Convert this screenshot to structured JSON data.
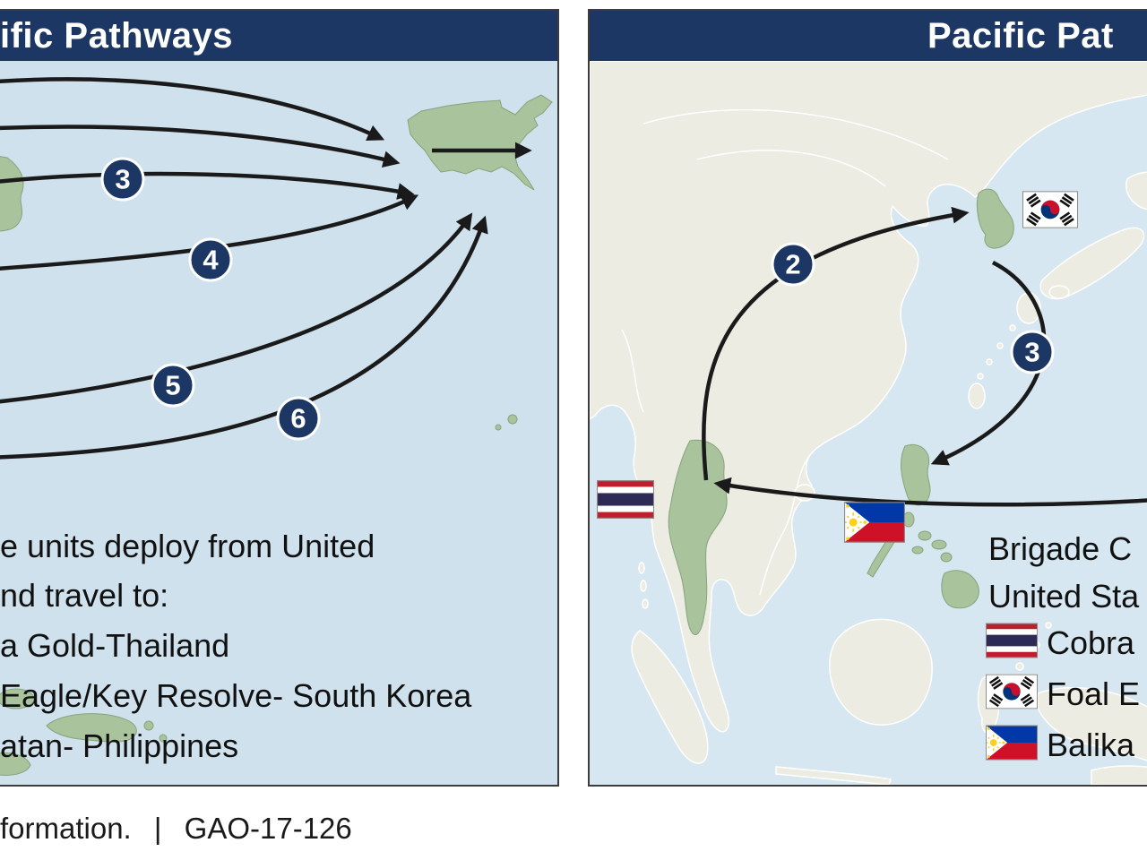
{
  "left_panel": {
    "title": "ific Pathways",
    "route_markers": [
      "3",
      "4",
      "5",
      "6"
    ],
    "legend_lines": [
      "e units deploy from United",
      "nd travel to:",
      "a Gold-Thailand",
      "Eagle/Key Resolve- South Korea",
      "atan- Philippines"
    ]
  },
  "right_panel": {
    "title": "Pacific Pat",
    "route_markers": [
      "2",
      "3"
    ],
    "legend_intro_lines": [
      "Brigade C",
      "United Sta"
    ],
    "legend_items": [
      {
        "flag": "thailand-flag",
        "label": "Cobra"
      },
      {
        "flag": "south-korea-flag",
        "label": "Foal E"
      },
      {
        "flag": "philippines-flag",
        "label": "Balika"
      }
    ]
  },
  "footer": {
    "source_fragment": "formation.",
    "separator": "|",
    "report_id": "GAO-17-126"
  },
  "colors": {
    "header_navy": "#1c3764",
    "ocean_blue_left": "#cfe1ec",
    "ocean_blue_right": "#d6e7f1",
    "land_gray": "#ecece3",
    "country_green": "#a9c49d",
    "arrow_black": "#1a1a1a"
  }
}
